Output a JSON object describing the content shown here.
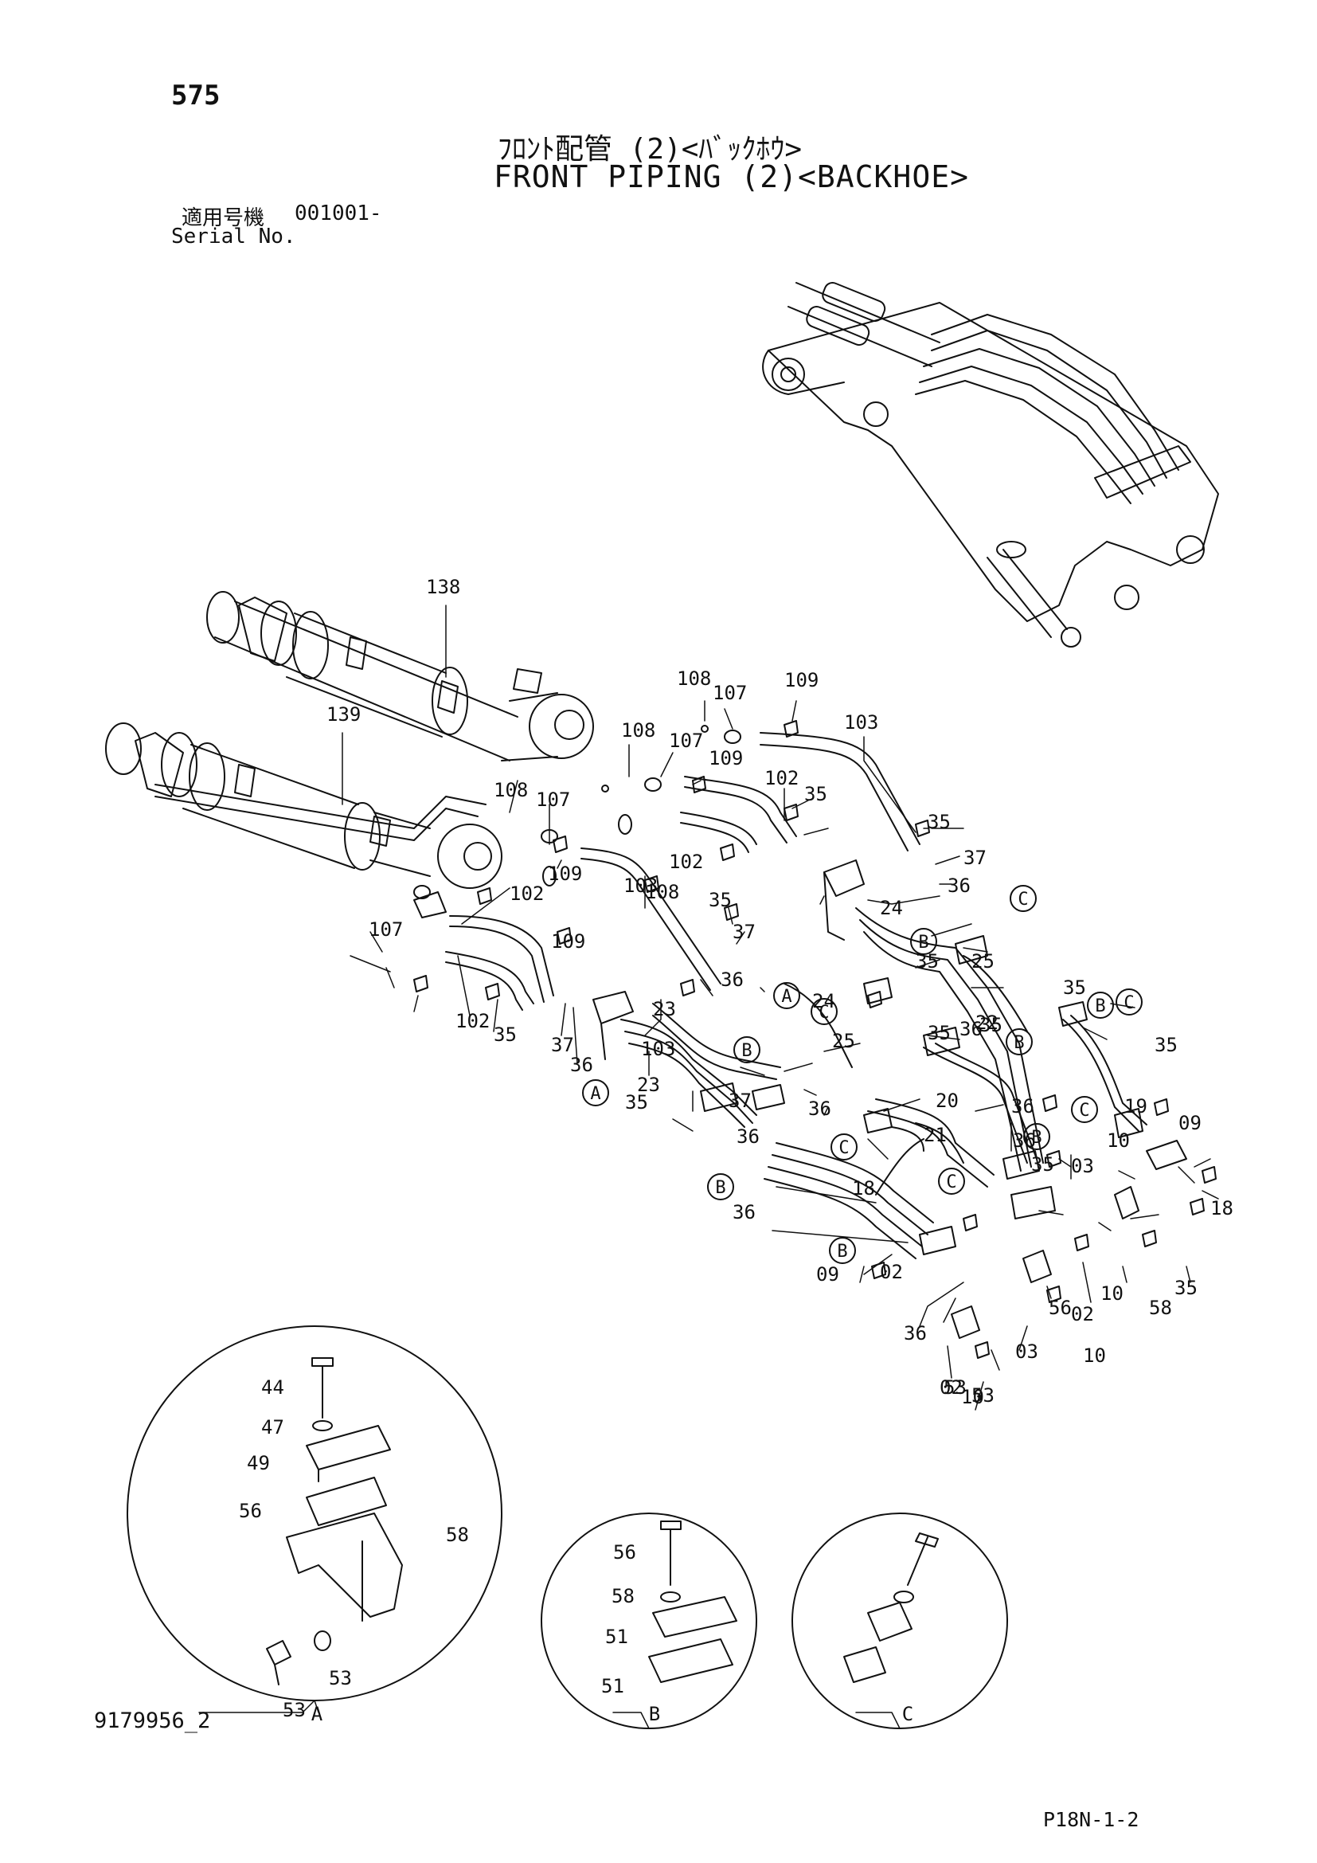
{
  "page_number": "575",
  "title_jp": "ﾌﾛﾝﾄ配管 (2)<ﾊﾞｯｸﾎｳ>",
  "title_en": "FRONT PIPING (2)<BACKHOE>",
  "serial": {
    "label_jp": "適用号機",
    "label_en": "Serial No.",
    "value": "001001-"
  },
  "figure_number": "9179956_2",
  "page_code": "P18N-1-2",
  "part_labels": [
    "138",
    "139",
    "108",
    "107",
    "109",
    "103",
    "108",
    "107",
    "109",
    "102",
    "35",
    "108",
    "107",
    "102",
    "109",
    "103",
    "35",
    "37",
    "36",
    "35",
    "37",
    "36",
    "102",
    "108",
    "107",
    "109",
    "102",
    "35",
    "37",
    "36",
    "103",
    "35",
    "37",
    "36",
    "24",
    "24",
    "35",
    "25",
    "35",
    "23",
    "23",
    "35",
    "36",
    "25",
    "36",
    "22",
    "35",
    "19",
    "20",
    "36",
    "35",
    "21",
    "36",
    "35",
    "03",
    "09",
    "18",
    "18",
    "36",
    "02",
    "10",
    "35",
    "09",
    "02",
    "10",
    "36",
    "03",
    "10",
    "02",
    "10",
    "56",
    "58",
    "53",
    "53",
    "44",
    "47",
    "49",
    "56",
    "58",
    "53",
    "53",
    "56",
    "58",
    "51",
    "51"
  ],
  "callouts": [
    "C",
    "A",
    "B",
    "C",
    "B",
    "C",
    "B",
    "A",
    "B",
    "C",
    "C",
    "B",
    "B",
    "C",
    "B"
  ],
  "detail_labels": [
    "A",
    "B",
    "C"
  ]
}
